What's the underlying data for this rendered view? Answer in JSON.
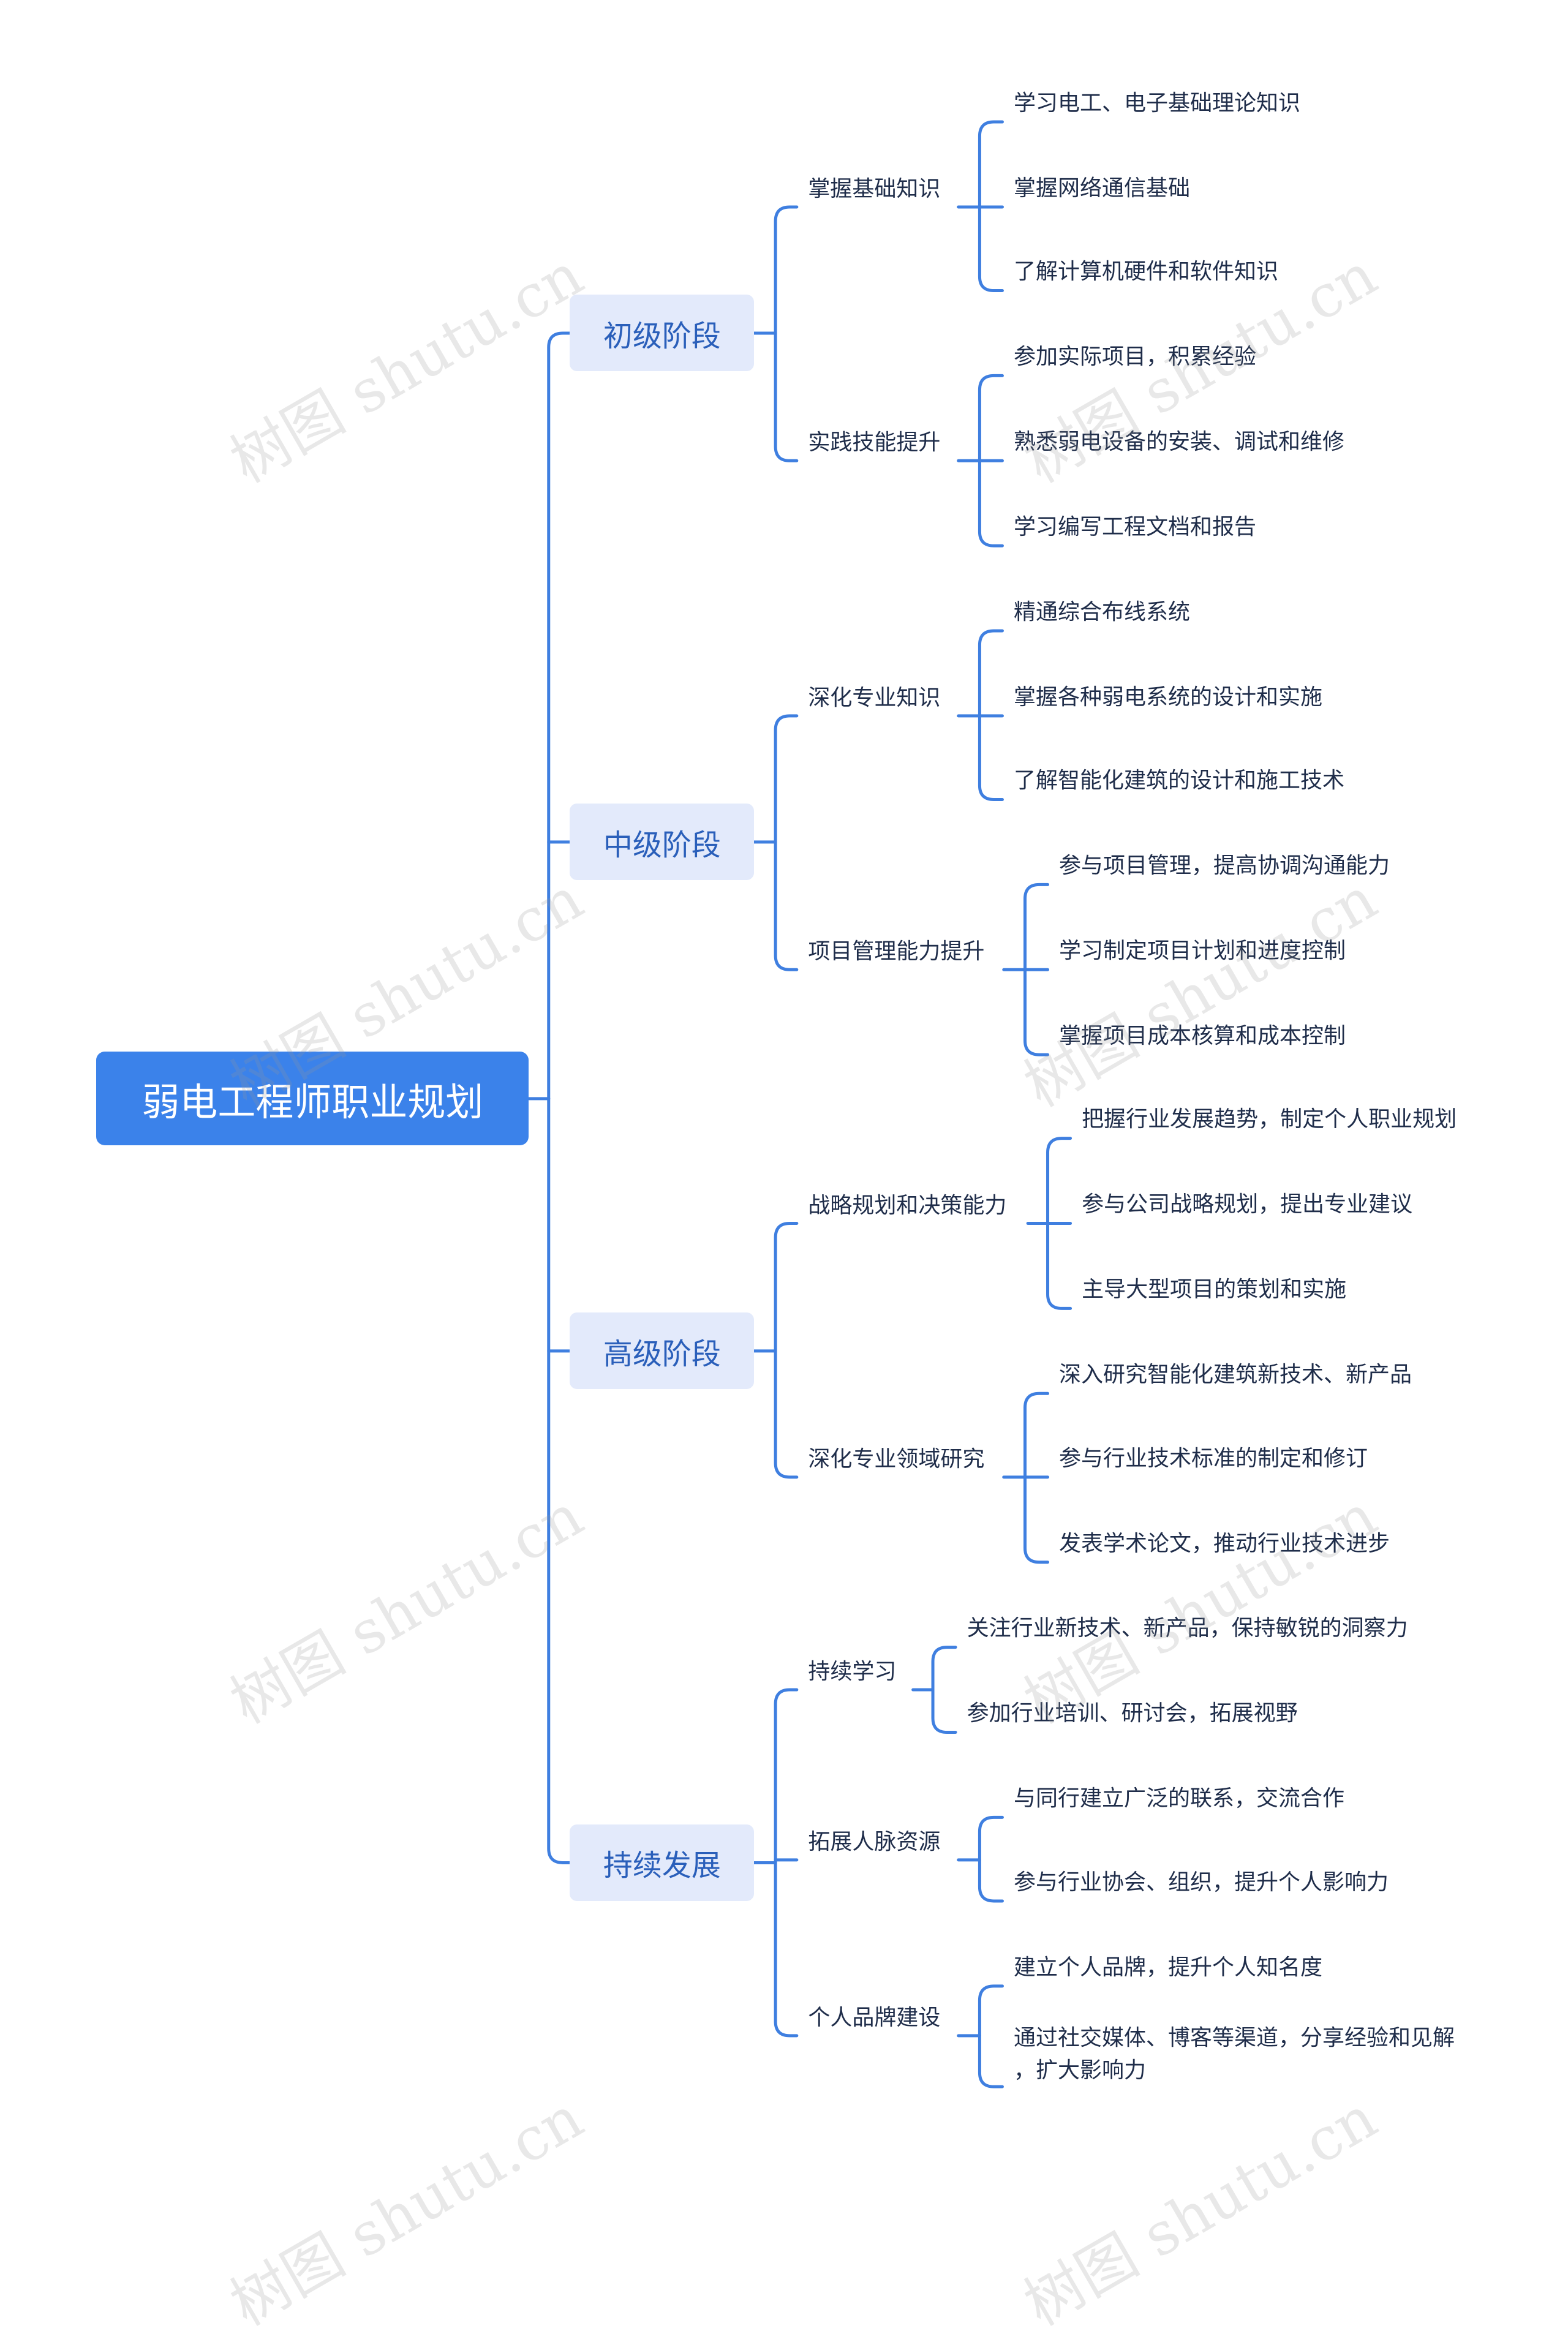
{
  "root": {
    "label": "弱电工程师职业规划"
  },
  "branches": [
    {
      "label": "初级阶段",
      "children": [
        {
          "label": "掌握基础知识",
          "leaves": [
            "学习电工、电子基础理论知识",
            "掌握网络通信基础",
            "了解计算机硬件和软件知识"
          ]
        },
        {
          "label": "实践技能提升",
          "leaves": [
            "参加实际项目，积累经验",
            "熟悉弱电设备的安装、调试和维修",
            "学习编写工程文档和报告"
          ]
        }
      ]
    },
    {
      "label": "中级阶段",
      "children": [
        {
          "label": "深化专业知识",
          "leaves": [
            "精通综合布线系统",
            "掌握各种弱电系统的设计和实施",
            "了解智能化建筑的设计和施工技术"
          ]
        },
        {
          "label": "项目管理能力提升",
          "leaves": [
            "参与项目管理，提高协调沟通能力",
            "学习制定项目计划和进度控制",
            "掌握项目成本核算和成本控制"
          ]
        }
      ]
    },
    {
      "label": "高级阶段",
      "children": [
        {
          "label": "战略规划和决策能力",
          "leaves": [
            "把握行业发展趋势，制定个人职业规划",
            "参与公司战略规划，提出专业建议",
            "主导大型项目的策划和实施"
          ]
        },
        {
          "label": "深化专业领域研究",
          "leaves": [
            "深入研究智能化建筑新技术、新产品",
            "参与行业技术标准的制定和修订",
            "发表学术论文，推动行业技术进步"
          ]
        }
      ]
    },
    {
      "label": "持续发展",
      "children": [
        {
          "label": "持续学习",
          "leaves": [
            "关注行业新技术、新产品，保持敏锐的洞察力",
            "参加行业培训、研讨会，拓展视野"
          ]
        },
        {
          "label": "拓展人脉资源",
          "leaves": [
            "与同行建立广泛的联系，交流合作",
            "参与行业协会、组织，提升个人影响力"
          ]
        },
        {
          "label": "个人品牌建设",
          "leaves": [
            "建立个人品牌，提升个人知名度",
            "通过社交媒体、博客等渠道，分享经验和见解\n，扩大影响力"
          ]
        }
      ]
    }
  ],
  "watermark": "树图 shutu.cn",
  "colors": {
    "line": "#3f7fe0",
    "root_bg": "#3b82ea",
    "branch_bg": "#e3eafb",
    "branch_text": "#2a5fba",
    "text": "#1f2d4a"
  }
}
